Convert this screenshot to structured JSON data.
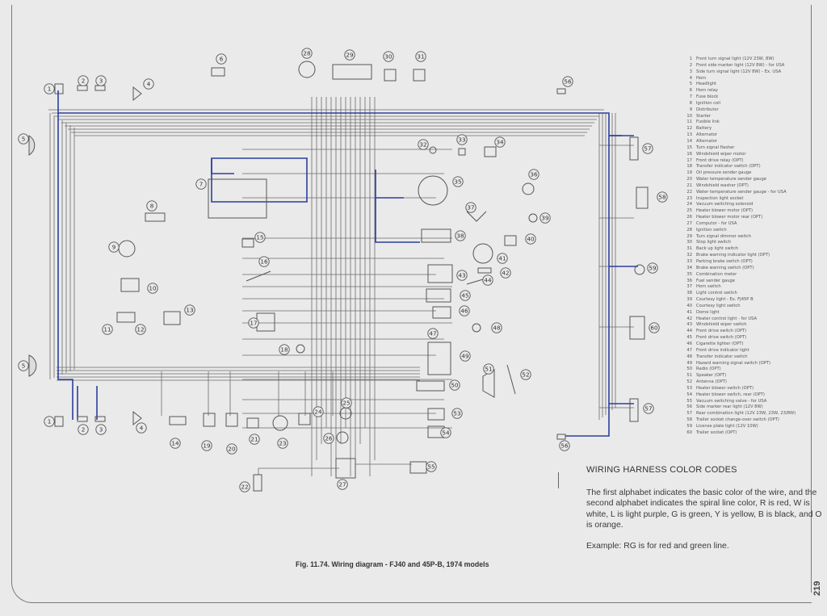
{
  "figure": {
    "caption": "Fig. 11.74. Wiring diagram - FJ40 and 45P-B, 1974 models",
    "page_number": "219"
  },
  "legend": [
    {
      "num": "1",
      "text": "Front turn signal light (12V 23W, 8W)"
    },
    {
      "num": "2",
      "text": "Front side marker light (12V 8W) - for USA"
    },
    {
      "num": "3",
      "text": "Side turn signal light (12V 8W) - Ex. USA"
    },
    {
      "num": "4",
      "text": "Horn"
    },
    {
      "num": "5",
      "text": "Headlight"
    },
    {
      "num": "6",
      "text": "Horn relay"
    },
    {
      "num": "7",
      "text": "Fuse block"
    },
    {
      "num": "8",
      "text": "Ignition coil"
    },
    {
      "num": "9",
      "text": "Distributor"
    },
    {
      "num": "10",
      "text": "Starter"
    },
    {
      "num": "11",
      "text": "Fusible link"
    },
    {
      "num": "12",
      "text": "Battery"
    },
    {
      "num": "13",
      "text": "Alternator"
    },
    {
      "num": "14",
      "text": "Alternator"
    },
    {
      "num": "15",
      "text": "Turn signal flasher"
    },
    {
      "num": "16",
      "text": "Windshield wiper motor"
    },
    {
      "num": "17",
      "text": "Front drive relay (OPT)"
    },
    {
      "num": "18",
      "text": "Transfer indicator switch (OPT)"
    },
    {
      "num": "19",
      "text": "Oil pressure sender gauge"
    },
    {
      "num": "20",
      "text": "Water temperature sender gauge"
    },
    {
      "num": "21",
      "text": "Windshield washer (OPT)"
    },
    {
      "num": "22",
      "text": "Water temperature sender gauge - for USA"
    },
    {
      "num": "23",
      "text": "Inspection light socket"
    },
    {
      "num": "24",
      "text": "Vacuum switching solenoid"
    },
    {
      "num": "25",
      "text": "Heater blower motor (OPT)"
    },
    {
      "num": "26",
      "text": "Heater blower motor rear (OPT)"
    },
    {
      "num": "27",
      "text": "Computor - for USA"
    },
    {
      "num": "28",
      "text": "Ignition switch"
    },
    {
      "num": "29",
      "text": "Turn signal dimmer switch"
    },
    {
      "num": "30",
      "text": "Stop light switch"
    },
    {
      "num": "31",
      "text": "Back up light switch"
    },
    {
      "num": "32",
      "text": "Brake warning indicator light (OPT)"
    },
    {
      "num": "33",
      "text": "Parking brake switch (OPT)"
    },
    {
      "num": "34",
      "text": "Brake warning switch (OPT)"
    },
    {
      "num": "35",
      "text": "Combination meter"
    },
    {
      "num": "36",
      "text": "Fuel sender gauge"
    },
    {
      "num": "37",
      "text": "Horn switch"
    },
    {
      "num": "38",
      "text": "Light control switch"
    },
    {
      "num": "39",
      "text": "Courtesy light - Ex. FJ45P B"
    },
    {
      "num": "40",
      "text": "Courtesy light switch"
    },
    {
      "num": "41",
      "text": "Dome light"
    },
    {
      "num": "42",
      "text": "Heater control light - for USA"
    },
    {
      "num": "43",
      "text": "Windshield wiper switch"
    },
    {
      "num": "44",
      "text": "Front drive switch (OPT)"
    },
    {
      "num": "45",
      "text": "Front drive switch (OPT)"
    },
    {
      "num": "46",
      "text": "Cigarette lighter (OPT)"
    },
    {
      "num": "47",
      "text": "Front drive indicator light"
    },
    {
      "num": "48",
      "text": "Transfer indicator switch"
    },
    {
      "num": "49",
      "text": "Hazard warning signal switch (OPT)"
    },
    {
      "num": "50",
      "text": "Radio (OPT)"
    },
    {
      "num": "51",
      "text": "Speaker (OPT)"
    },
    {
      "num": "52",
      "text": "Antenna (OPT)"
    },
    {
      "num": "53",
      "text": "Heater blower switch (OPT)"
    },
    {
      "num": "54",
      "text": "Heater blower switch, rear (OPT)"
    },
    {
      "num": "55",
      "text": "Vacuum switching valve - for USA"
    },
    {
      "num": "56",
      "text": "Side marker rear light (12V 8W)"
    },
    {
      "num": "57",
      "text": "Rear combination light (12V 23W, 23W, 23/8W)"
    },
    {
      "num": "58",
      "text": "Trailer socket change-over switch (OPT)"
    },
    {
      "num": "59",
      "text": "License plate light (12V 10W)"
    },
    {
      "num": "60",
      "text": "Trailer socket (OPT)"
    }
  ],
  "color_codes": {
    "title": "WIRING HARNESS COLOR CODES",
    "body": "The first alphabet indicates the basic color of the wire, and the second alphabet indicates the spiral line color, R is red, W is white, L is light purple, G is green, Y is yellow, B is black, and O is orange.",
    "example": "Example: RG is for red and green line."
  },
  "components": [
    {
      "n": "1"
    },
    {
      "n": "2"
    },
    {
      "n": "3"
    },
    {
      "n": "4"
    },
    {
      "n": "5"
    },
    {
      "n": "6"
    },
    {
      "n": "7"
    },
    {
      "n": "8"
    },
    {
      "n": "9"
    },
    {
      "n": "10"
    },
    {
      "n": "11"
    },
    {
      "n": "12"
    },
    {
      "n": "13"
    },
    {
      "n": "14"
    },
    {
      "n": "15"
    },
    {
      "n": "16"
    },
    {
      "n": "17"
    },
    {
      "n": "18"
    },
    {
      "n": "19"
    },
    {
      "n": "20"
    },
    {
      "n": "21"
    },
    {
      "n": "22"
    },
    {
      "n": "23"
    },
    {
      "n": "24"
    },
    {
      "n": "25"
    },
    {
      "n": "26"
    },
    {
      "n": "27"
    },
    {
      "n": "28"
    },
    {
      "n": "29"
    },
    {
      "n": "30"
    },
    {
      "n": "31"
    },
    {
      "n": "32"
    },
    {
      "n": "33"
    },
    {
      "n": "34"
    },
    {
      "n": "35"
    },
    {
      "n": "36"
    },
    {
      "n": "37"
    },
    {
      "n": "38"
    },
    {
      "n": "39"
    },
    {
      "n": "40"
    },
    {
      "n": "41"
    },
    {
      "n": "42"
    },
    {
      "n": "43"
    },
    {
      "n": "44"
    },
    {
      "n": "45"
    },
    {
      "n": "46"
    },
    {
      "n": "47"
    },
    {
      "n": "48"
    },
    {
      "n": "49"
    },
    {
      "n": "50"
    },
    {
      "n": "51"
    },
    {
      "n": "52"
    },
    {
      "n": "53"
    },
    {
      "n": "54"
    },
    {
      "n": "55"
    },
    {
      "n": "56"
    },
    {
      "n": "57"
    },
    {
      "n": "58"
    },
    {
      "n": "59"
    },
    {
      "n": "60"
    }
  ],
  "colors": {
    "background": "#ebeaea",
    "wire": "#6b6b6b",
    "highlight": "#2b3f9e",
    "text": "#333333"
  }
}
